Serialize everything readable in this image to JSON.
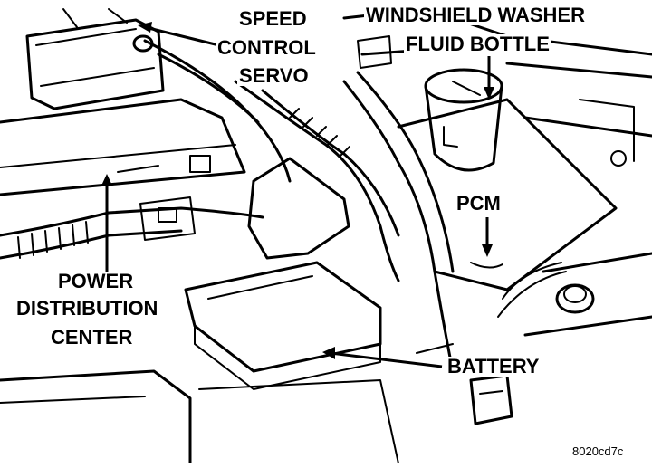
{
  "labels": {
    "speed_control_1": "SPEED",
    "speed_control_2": "CONTROL",
    "speed_control_3": "SERVO",
    "washer_1": "WINDSHIELD WASHER",
    "washer_2": "FLUID BOTTLE",
    "pcm": "PCM",
    "pdc_1": "POWER",
    "pdc_2": "DISTRIBUTION",
    "pdc_3": "CENTER",
    "battery": "BATTERY",
    "figure_code": "8020cd7c"
  }
}
